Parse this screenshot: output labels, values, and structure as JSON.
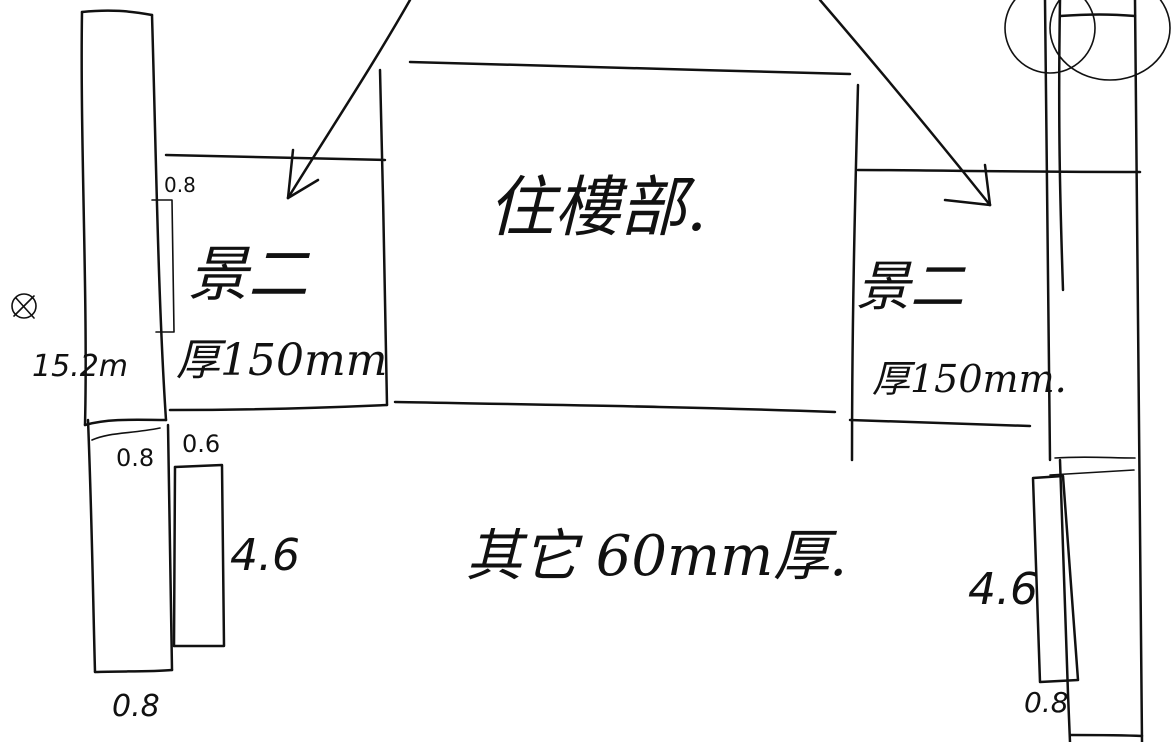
{
  "labels": {
    "center": "住樓部.",
    "left_slab": "景二",
    "left_thickness": "厚150mm",
    "right_slab": "景二",
    "right_thickness": "厚150mm.",
    "bottom": "其它 60mm厚.",
    "left_note": "15.2m",
    "left_08_top": "0.8",
    "left_08_mid_a": "0.8",
    "left_08_mid_b": "0.6",
    "left_46": "4.6",
    "left_08_bottom": "0.8",
    "right_46": "4.6",
    "right_08_bottom": "0.8"
  }
}
